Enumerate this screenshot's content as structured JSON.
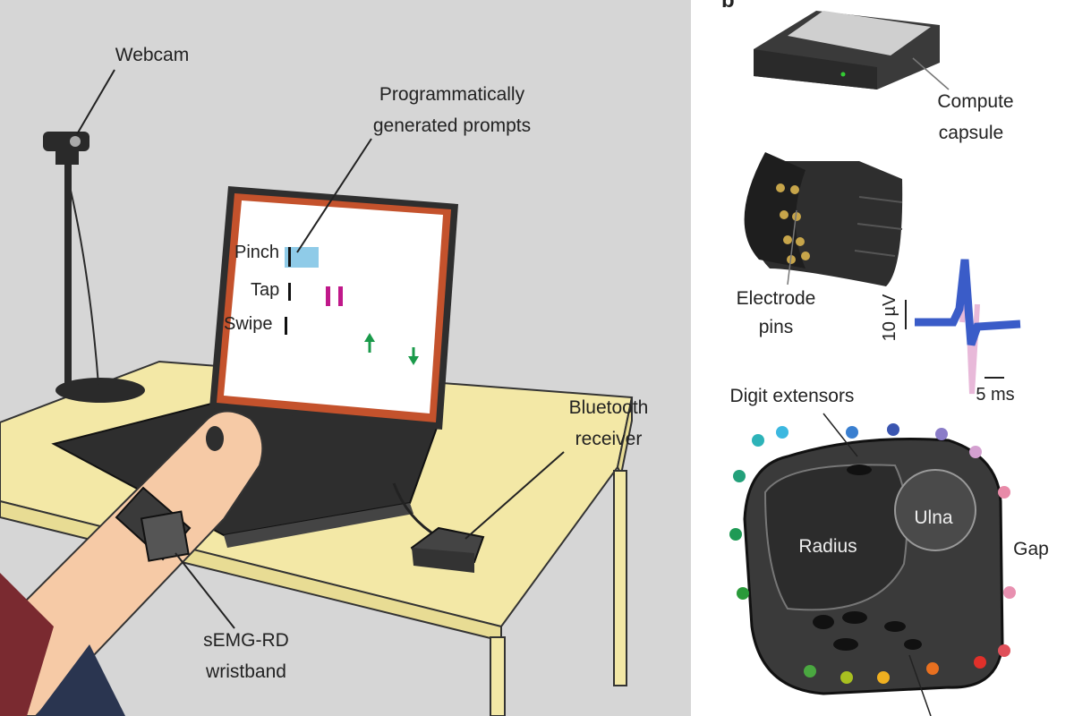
{
  "panel_a": {
    "labels": {
      "webcam": "Webcam",
      "prompts_line1": "Programmatically",
      "prompts_line2": "generated prompts",
      "bluetooth_line1": "Bluetooth",
      "bluetooth_line2": "receiver",
      "wristband_line1": "sEMG-RD",
      "wristband_line2": "wristband"
    },
    "screen_prompts": [
      "Pinch",
      "Tap",
      "Swipe"
    ],
    "colors": {
      "background": "#d6d6d6",
      "desk": "#f3e8a6",
      "skin": "#f6caa6",
      "screen_border": "#c4522c",
      "highlight": "#8fcbe8",
      "tap_marks": "#c0188a",
      "arrows": "#1a9a4a"
    }
  },
  "panel_b": {
    "panel_letter": "b",
    "labels": {
      "compute_line1": "Compute",
      "compute_line2": "capsule",
      "electrode_line1": "Electrode",
      "electrode_line2": "pins",
      "amp_scale": "10 µV",
      "time_scale": "5 ms",
      "digit_extensors": "Digit extensors",
      "ulna": "Ulna",
      "radius": "Radius",
      "gap": "Gap"
    },
    "electrode_colors": [
      "#2a9a3a",
      "#1f9a55",
      "#23a07a",
      "#2db3b8",
      "#3cb8e0",
      "#3a7fd0",
      "#3a55b0",
      "#8a7cc8",
      "#d4a0d0",
      "#e88aa8",
      "#e890b0",
      "#e0505a",
      "#e0302a",
      "#e87020",
      "#f0b020",
      "#a8c020",
      "#4aa840"
    ]
  }
}
